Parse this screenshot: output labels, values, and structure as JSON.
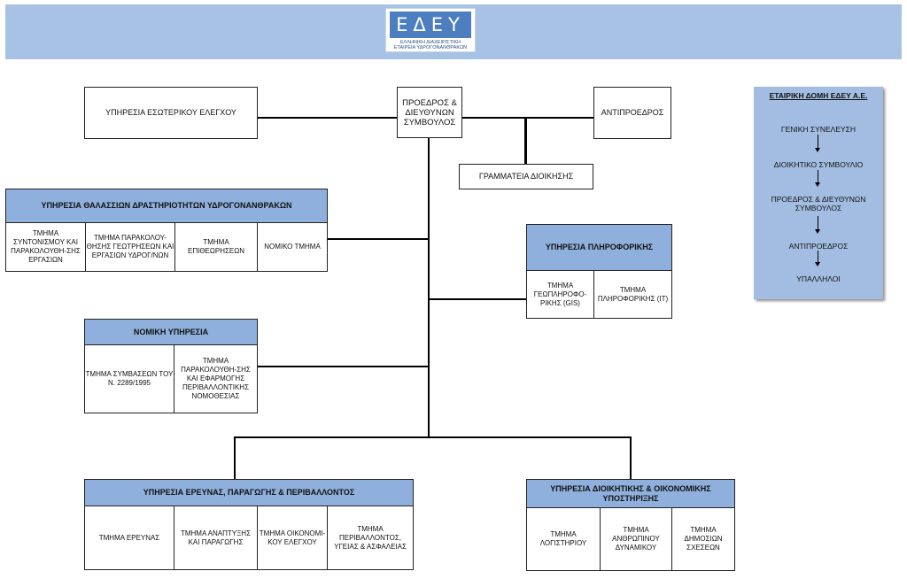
{
  "logo": {
    "letters": "ΕΔΕΥ",
    "line1": "ΕΛΛΗΝΙΚΗ ΔΙΑΧΕΙΡΙΣΤΙΚΗ",
    "line2": "ΕΤΑΙΡΕΙΑ ΥΔΡΟΓΟΝΑΝΘΡΑΚΩΝ"
  },
  "top": {
    "president": "ΠΡΟΕΔΡΟΣ & ΔΙΕΥΘΥΝΩΝ ΣΥΜΒΟΥΛΟΣ",
    "internal_audit": "ΥΠΗΡΕΣΙΑ ΕΣΩΤΕΡΙΚΟΥ ΕΛΕΓΧΟΥ",
    "vice_president": "ΑΝΤΙΠΡΟΕΔΡΟΣ",
    "secretariat": "ΓΡΑΜΜΑΤΕΙΑ ΔΙΟΙΚΗΣΗΣ"
  },
  "marine": {
    "title": "ΥΠΗΡΕΣΙΑ ΘΑΛΑΣΣΙΩΝ ΔΡΑΣΤΗΡΙΟΤΗΤΩΝ ΥΔΡΟΓΟΝΑΝΘΡΑΚΩΝ",
    "units": [
      "ΤΜΗΜΑ ΣΥΝΤΟΝΙΣΜΟΥ ΚΑΙ ΠΑΡΑΚΟΛΟΥΘΗ-ΣΗΣ ΕΡΓΑΣΙΩΝ",
      "ΤΜΗΜΑ ΠΑΡΑΚΟΛΟΥ-ΘΗΣΗΣ ΓΕΩΤΡΗΣΕΩΝ ΚΑΙ ΕΡΓΑΣΙΩΝ ΥΔΡΟΓ/ΝΩΝ",
      "ΤΜΗΜΑ ΕΠΙΘΕΩΡΗΣΕΩΝ",
      "ΝΟΜΙΚΟ ΤΜΗΜΑ"
    ]
  },
  "it": {
    "title": "ΥΠΗΡΕΣΙΑ ΠΛΗΡΟΦΟΡΙΚΗΣ",
    "units": [
      "ΤΜΗΜΑ ΓΕΩΠΛΗΡΟΦΟ-ΡΙΚΗΣ (GIS)",
      "ΤΜΗΜΑ ΠΛΗΡΟΦΟΡΙΚΗΣ (IT)"
    ]
  },
  "legal": {
    "title": "ΝΟΜΙΚΗ ΥΠΗΡΕΣΙΑ",
    "units": [
      "ΤΜΗΜΑ ΣΥΜΒΑΣΕΩΝ ΤΟΥ Ν. 2289/1995",
      "ΤΜΗΜΑ ΠΑΡΑΚΟΛΟΥΘΗ-ΣΗΣ ΚΑΙ ΕΦΑΡΜΟΓΗΣ ΠΕΡΙΒΑΛΛΟΝΤΙΚΗΣ ΝΟΜΟΘΕΣΙΑΣ"
    ]
  },
  "research": {
    "title": "ΥΠΗΡΕΣΙΑ  ΕΡΕΥΝΑΣ, ΠΑΡΑΓΩΓΗΣ & ΠΕΡΙΒΑΛΛΟΝΤΟΣ",
    "units": [
      "ΤΜΗΜΑ ΕΡΕΥΝΑΣ",
      "ΤΜΗΜΑ ΑΝΑΠΤΥΞΗΣ ΚΑΙ ΠΑΡΑΓΩΓΗΣ",
      "ΤΜΗΜΑ ΟΙΚΟΝΟΜΙ-ΚΟΥ ΕΛΕΓΧΟΥ",
      "ΤΜΗΜΑ ΠΕΡΙΒΑΛΛΟΝΤΟΣ, ΥΓΕΙΑΣ & ΑΣΦΑΛΕΙΑΣ"
    ]
  },
  "admin": {
    "title": "ΥΠΗΡΕΣΙΑ ΔΙΟΙΚΗΤΙΚΗΣ & ΟΙΚΟΝΟΜΙΚΗΣ ΥΠΟΣΤΗΡΙΞΗΣ",
    "units": [
      "ΤΜΗΜΑ ΛΟΓΙΣΤΗΡΙΟΥ",
      "ΤΜΗΜΑ ΑΝΘΡΩΠΙΝΟΥ ΔΥΝΑΜΙΚΟΥ",
      "ΤΜΗΜΑ ΔΗΜΟΣΙΩΝ ΣΧΕΣΕΩΝ"
    ]
  },
  "sidebar": {
    "title": "ΕΤΑΙΡΙΚΗ ΔΟΜΗ ΕΔΕΥ Α.Ε.",
    "items": [
      "ΓΕΝΙΚΗ ΣΥΝΕΛΕΥΣΗ",
      "ΔΙΟΙΚΗΤΙΚΟ ΣΥΜΒΟΥΛΙΟ",
      "ΠΡΟΕΔΡΟΣ & ΔΙΕΥΘΥΝΩΝ ΣΥΜΒΟΥΛΟΣ",
      "ΑΝΤΙΠΡΟΕΔΡΟΣ",
      "ΥΠΑΛΛΗΛΟΙ"
    ]
  },
  "colors": {
    "banner": "#a7c2e4",
    "header_fill": "#8fb0dc",
    "sidebar": "#a3bde2",
    "logo": "#4d7fc0"
  }
}
